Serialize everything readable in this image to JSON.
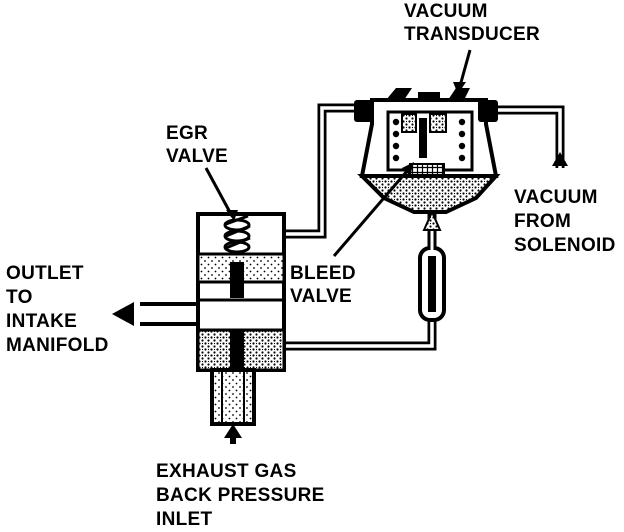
{
  "labels": {
    "vacuum_transducer": [
      "VACUUM",
      "TRANSDUCER"
    ],
    "egr_valve": [
      "EGR",
      "VALVE"
    ],
    "outlet": [
      "OUTLET",
      "TO",
      "INTAKE",
      "MANIFOLD"
    ],
    "bleed_valve": [
      "BLEED",
      "VALVE"
    ],
    "vacuum_from_solenoid": [
      "VACUUM",
      "FROM",
      "SOLENOID"
    ],
    "exhaust_gas": [
      "EXHAUST GAS",
      "BACK PRESSURE",
      "INLET"
    ]
  },
  "colors": {
    "ink": "#000000",
    "paper": "#ffffff"
  }
}
